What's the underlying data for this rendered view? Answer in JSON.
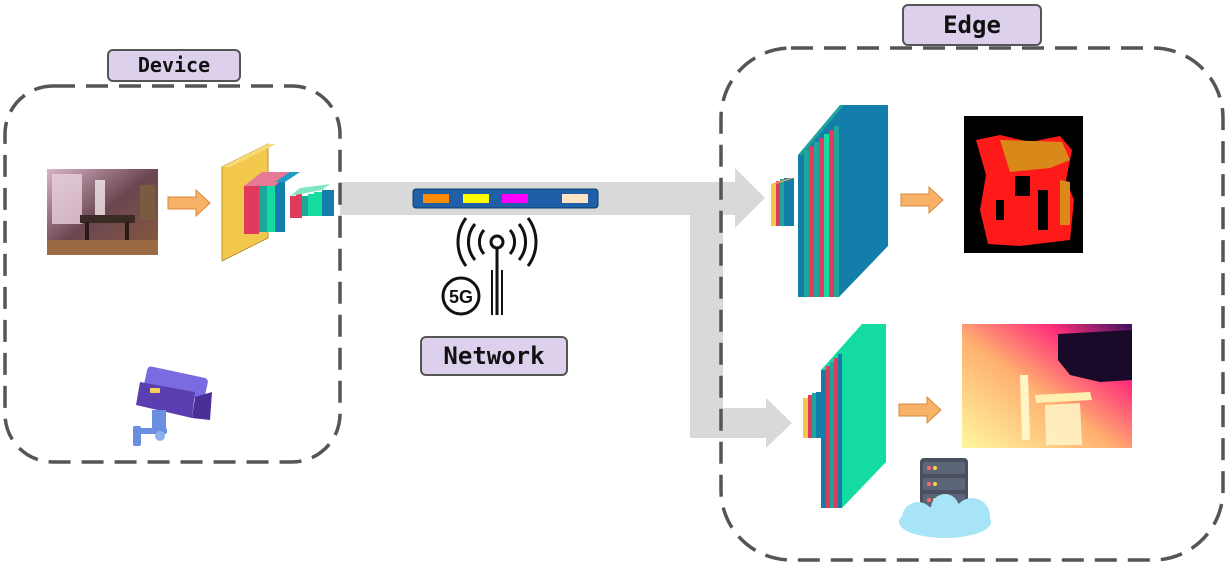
{
  "labels": {
    "device": "Device",
    "edge": "Edge",
    "network": "Network",
    "fiveg": "5G"
  },
  "colors": {
    "label_fill": "#dcd0ec",
    "dashed_border": "#555555",
    "arrow_gray": "#d9d9d9",
    "orange_arrow": "#f7b267",
    "packet_bar": "#1f5fa8",
    "encoder_yellow": "#f2c94c",
    "layer_red": "#e03a5c",
    "layer_teal": "#1fa69a",
    "layer_blue": "#127ea9",
    "layer_green": "#14dca0"
  },
  "packet_blocks": [
    "#ff8c00",
    "#ffff00",
    "#ff00ff",
    "#ffe4c4"
  ],
  "icons": [
    "camera-icon",
    "antenna-5g-icon",
    "server-cloud-icon"
  ]
}
